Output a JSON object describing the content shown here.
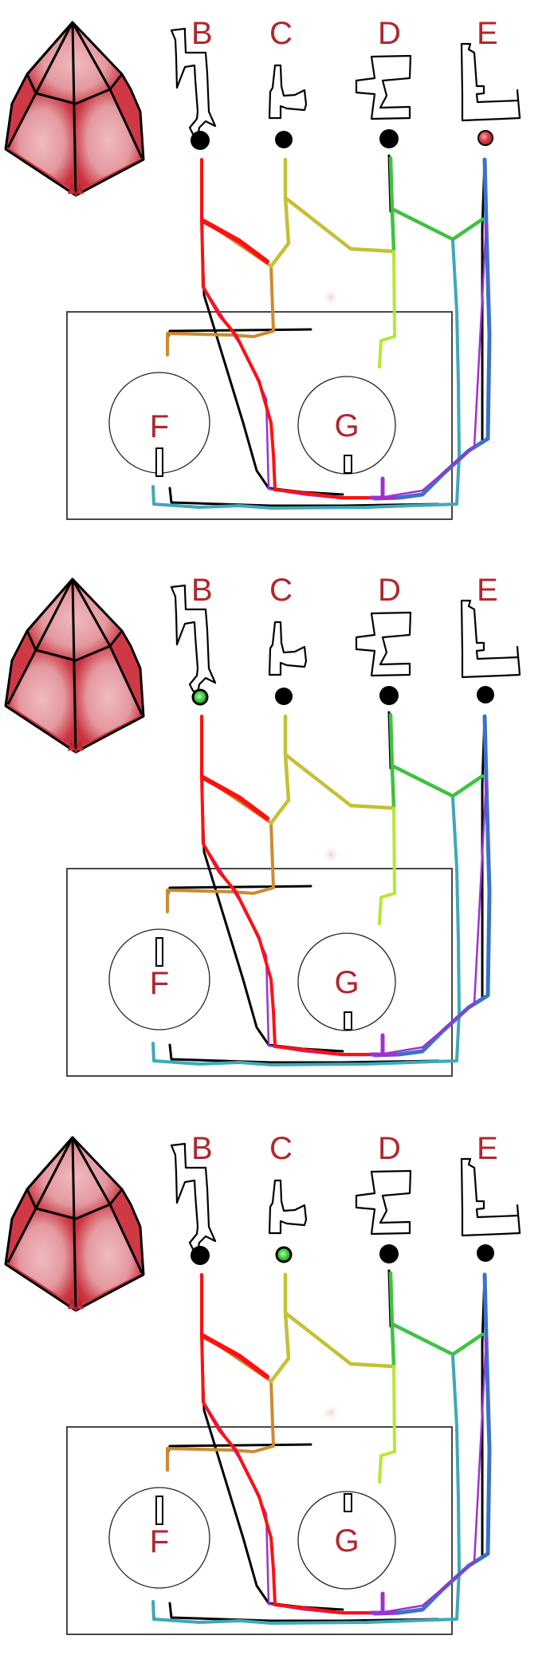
{
  "colors": {
    "label": "#b0262e",
    "gem_fill": "#d9505c",
    "gem_light": "#f0c2c6",
    "dot_default": "#000000",
    "dot_red": "#d93a45",
    "dot_green": "#3ccf3c",
    "wire_B": "#ff1010",
    "wire_C": "#c5c034",
    "wire_D": "#3fc23f",
    "wire_E": "#3a72c8",
    "wire_orange": "#cc8a2e",
    "wire_lime": "#b4e834",
    "wire_teal": "#3ea8b8",
    "wire_purple": "#a030d0"
  },
  "panels": [
    {
      "terminals": [
        {
          "label": "B",
          "dot_state": "default"
        },
        {
          "label": "C",
          "dot_state": "default"
        },
        {
          "label": "D",
          "dot_state": "default"
        },
        {
          "label": "E",
          "dot_state": "red"
        }
      ],
      "nodes": [
        {
          "label": "F",
          "glyph_position": "bottom"
        },
        {
          "label": "G",
          "glyph_position": "bottom"
        }
      ]
    },
    {
      "terminals": [
        {
          "label": "B",
          "dot_state": "green"
        },
        {
          "label": "C",
          "dot_state": "default"
        },
        {
          "label": "D",
          "dot_state": "default"
        },
        {
          "label": "E",
          "dot_state": "default"
        }
      ],
      "nodes": [
        {
          "label": "F",
          "glyph_position": "top"
        },
        {
          "label": "G",
          "glyph_position": "bottom"
        }
      ]
    },
    {
      "terminals": [
        {
          "label": "B",
          "dot_state": "default"
        },
        {
          "label": "C",
          "dot_state": "green"
        },
        {
          "label": "D",
          "dot_state": "default"
        },
        {
          "label": "E",
          "dot_state": "default"
        }
      ],
      "nodes": [
        {
          "label": "F",
          "glyph_position": "top"
        },
        {
          "label": "G",
          "glyph_position": "top"
        }
      ]
    }
  ]
}
